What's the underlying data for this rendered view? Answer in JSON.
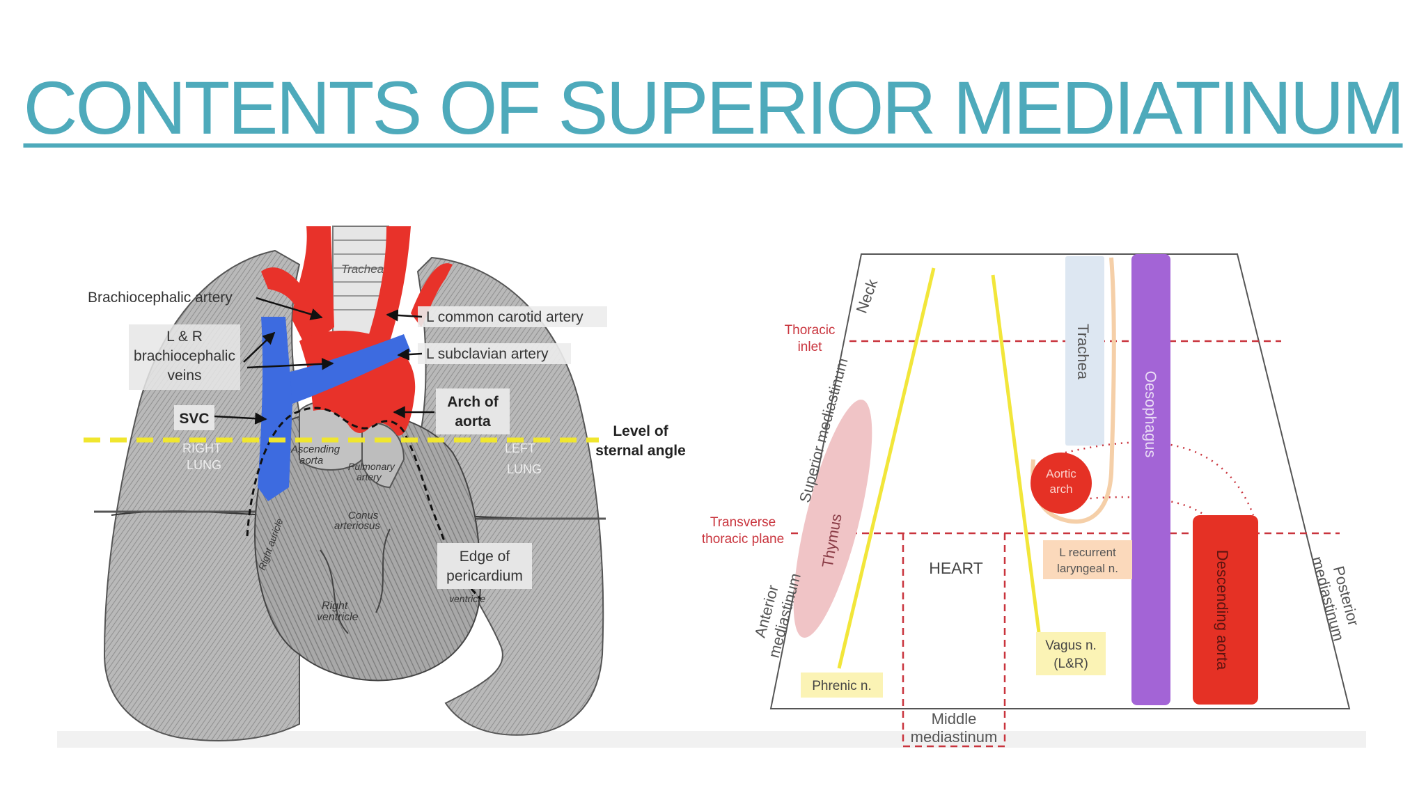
{
  "title": "CONTENTS OF SUPERIOR MEDIATINUM",
  "left_figure": {
    "engraving_labels": {
      "trachea": "Trachea",
      "right_lung": "RIGHT LUNG",
      "left_lung": "LEFT LUNG",
      "ascending_aorta": "Ascending aorta",
      "pulmonary_artery": "Pulmonary artery",
      "conus_arteriosus": "Conus arteriosus",
      "right_auricle": "Right auricle",
      "right_ventricle": "Right ventricle",
      "left_ventricle": "ventricle"
    },
    "labels": {
      "brachiocephalic_artery": "Brachiocephalic artery",
      "lr_veins_1": "L & R",
      "lr_veins_2": "brachiocephalic",
      "lr_veins_3": "veins",
      "svc": "SVC",
      "l_common_carotid": "L common carotid artery",
      "l_subclavian": "L subclavian artery",
      "arch_1": "Arch of",
      "arch_2": "aorta",
      "sternal_1": "Level of",
      "sternal_2": "sternal angle",
      "pericardium_1": "Edge of",
      "pericardium_2": "pericardium"
    },
    "colors": {
      "artery": "#e8322a",
      "vein": "#3d6be0",
      "sternal_line": "#f0e62e"
    }
  },
  "right_figure": {
    "labels": {
      "neck": "Neck",
      "thoracic_inlet_1": "Thoracic",
      "thoracic_inlet_2": "inlet",
      "superior_mediastinum": "Superior mediastinum",
      "transverse_1": "Transverse",
      "transverse_2": "thoracic plane",
      "anterior_1": "Anterior",
      "anterior_2": "mediastinum",
      "thymus": "Thymus",
      "heart": "HEART",
      "middle_1": "Middle",
      "middle_2": "mediastinum",
      "phrenic": "Phrenic n.",
      "vagus_1": "Vagus n.",
      "vagus_2": "(L&R)",
      "trachea": "Trachea",
      "oesophagus": "Oesophagus",
      "aortic_1": "Aortic",
      "aortic_2": "arch",
      "recurrent_1": "L recurrent",
      "recurrent_2": "laryngeal n.",
      "descending": "Descending aorta",
      "posterior_1": "Posterior",
      "posterior_2": "mediastinum"
    },
    "colors": {
      "nerve": "#f2e63a",
      "trachea": "#dde7f2",
      "oesophagus": "#a364d6",
      "aorta": "#e53125",
      "thymus": "#f0c4c6",
      "dashed": "#c9343d",
      "recurrent_box": "#fbd9bb",
      "label_box": "#fbf3b5"
    }
  }
}
